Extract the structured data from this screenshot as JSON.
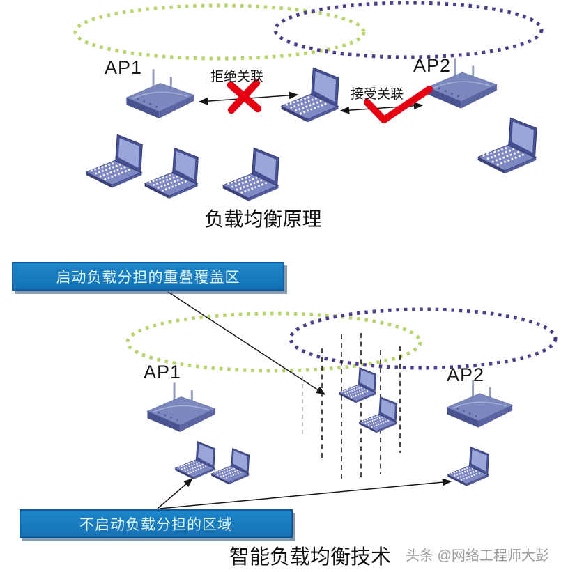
{
  "top": {
    "ap1_label": "AP1",
    "ap2_label": "AP2",
    "reject_label": "拒绝关联",
    "accept_label": "接受关联",
    "title": "负载均衡原理"
  },
  "bottom": {
    "ap1_label": "AP1",
    "ap2_label": "AP2",
    "banner_overlap": "启动负载分担的重叠覆盖区",
    "banner_no_share": "不启动负载分担的区域",
    "title": "智能负载均衡技术"
  },
  "watermark": "头条 @网络工程师大彭",
  "colors": {
    "coverage_green": "#b5d56b",
    "coverage_purple": "#4f3c8e",
    "banner_blue": "#1778bd",
    "banner_text": "#e2f6ff",
    "mark_red": "#e60012",
    "device_top": "#7b88be",
    "device_front": "#49538f",
    "screen_fill": "#9aa5d8",
    "watermark_gray": "#9a9a9a"
  }
}
